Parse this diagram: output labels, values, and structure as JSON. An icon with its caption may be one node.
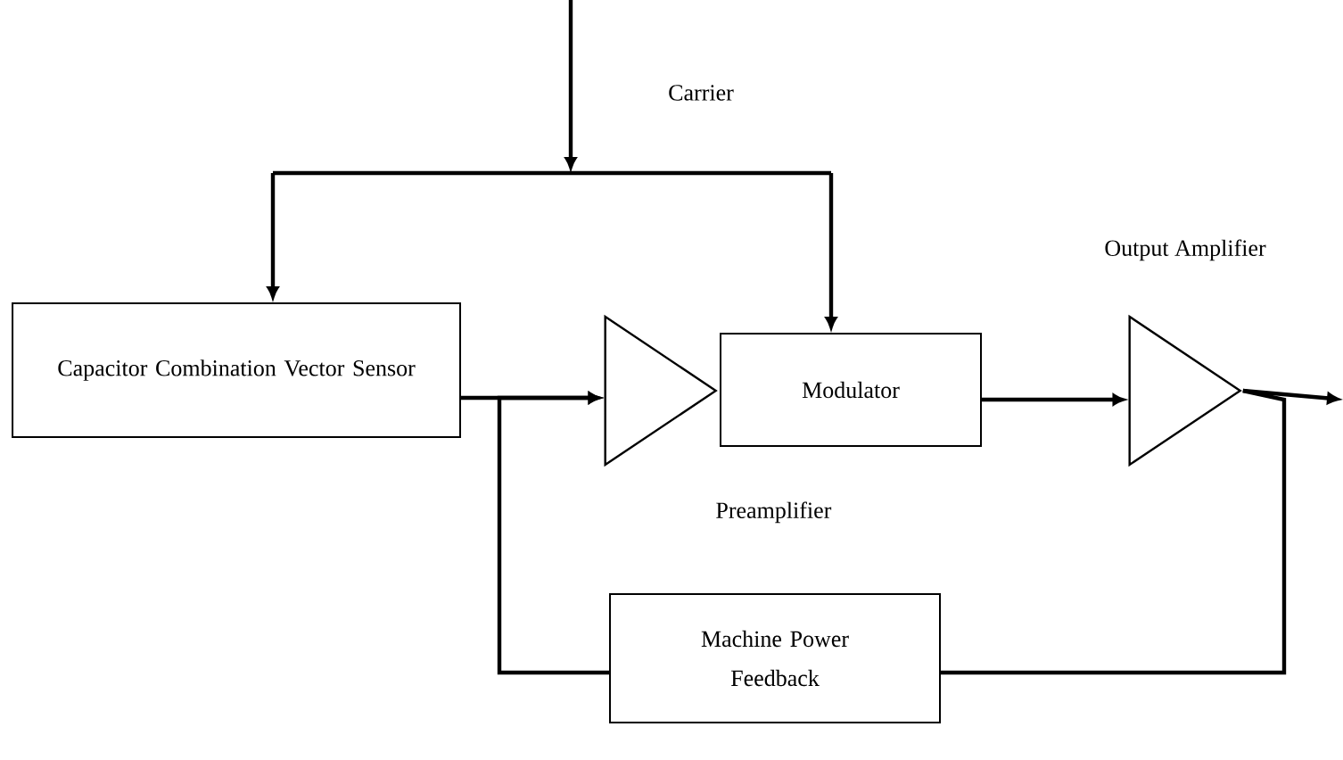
{
  "diagram": {
    "nodes": [
      {
        "text": [
          "Capacitor Combination Vector Sensor"
        ]
      },
      {
        "text": [],
        "shape": "triangle",
        "beside": [
          "Preamplifier"
        ]
      },
      {
        "text": [
          "Modulator"
        ]
      },
      {
        "text": [],
        "shape": "triangle",
        "beside": [
          "Output Amplifier"
        ]
      },
      {
        "text": [
          "Machine Power Feedback"
        ]
      }
    ],
    "edges": [
      {
        "from": null,
        "to": 0,
        "arrow": "to",
        "label": "Carrier"
      },
      {
        "from": null,
        "to": 2,
        "arrow": "to"
      },
      {
        "from": 0,
        "to": 1,
        "arrow": "to"
      },
      {
        "from": 2,
        "to": 3,
        "arrow": "to"
      },
      {
        "from": 3,
        "to": null,
        "arrow": "to"
      },
      {
        "from": 3,
        "to": 4,
        "arrow": "none"
      },
      {
        "from": 4,
        "to": 1,
        "arrow": "to"
      }
    ]
  }
}
